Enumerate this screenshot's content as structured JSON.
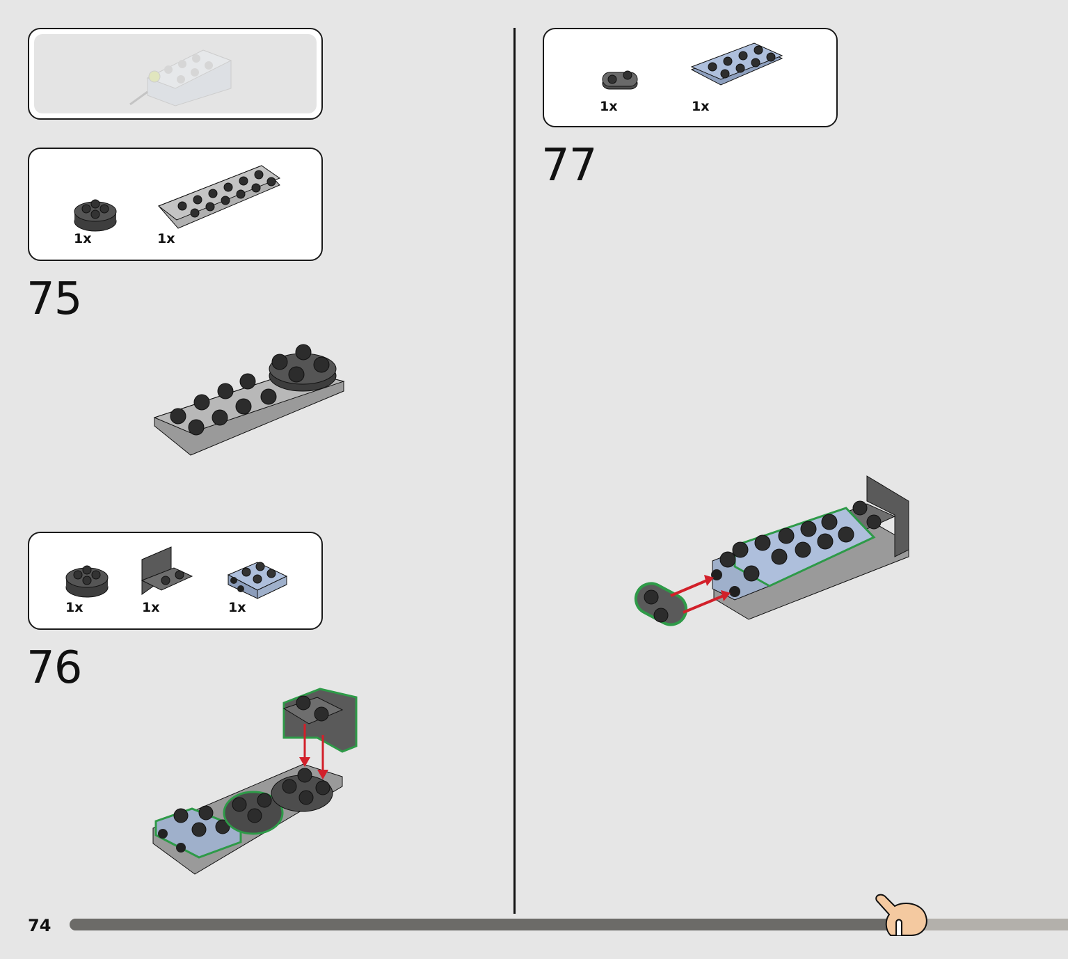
{
  "page": {
    "number": "74"
  },
  "progress": {
    "fraction": 0.83
  },
  "colors": {
    "background": "#e6e6e6",
    "dark_gray": "#4a4a4a",
    "light_gray": "#a0a0a0",
    "blue_gray": "#9fb0cb",
    "highlight": "#2e9a48",
    "arrow": "#d2202a"
  },
  "top_left_preview": {
    "icon": "assembly-preview-icon"
  },
  "steps": [
    {
      "number": "75",
      "parts": [
        {
          "qty": "1x",
          "icon": "round-turntable-plate-icon"
        },
        {
          "qty": "1x",
          "icon": "plate-2x6-icon"
        }
      ]
    },
    {
      "number": "76",
      "parts": [
        {
          "qty": "1x",
          "icon": "round-turntable-plate-icon"
        },
        {
          "qty": "1x",
          "icon": "bracket-plate-icon"
        },
        {
          "qty": "1x",
          "icon": "brick-with-studs-side-icon"
        }
      ]
    },
    {
      "number": "77",
      "parts": [
        {
          "qty": "1x",
          "icon": "plate-1x2-round-icon"
        },
        {
          "qty": "1x",
          "icon": "plate-2x4-icon"
        }
      ]
    }
  ]
}
